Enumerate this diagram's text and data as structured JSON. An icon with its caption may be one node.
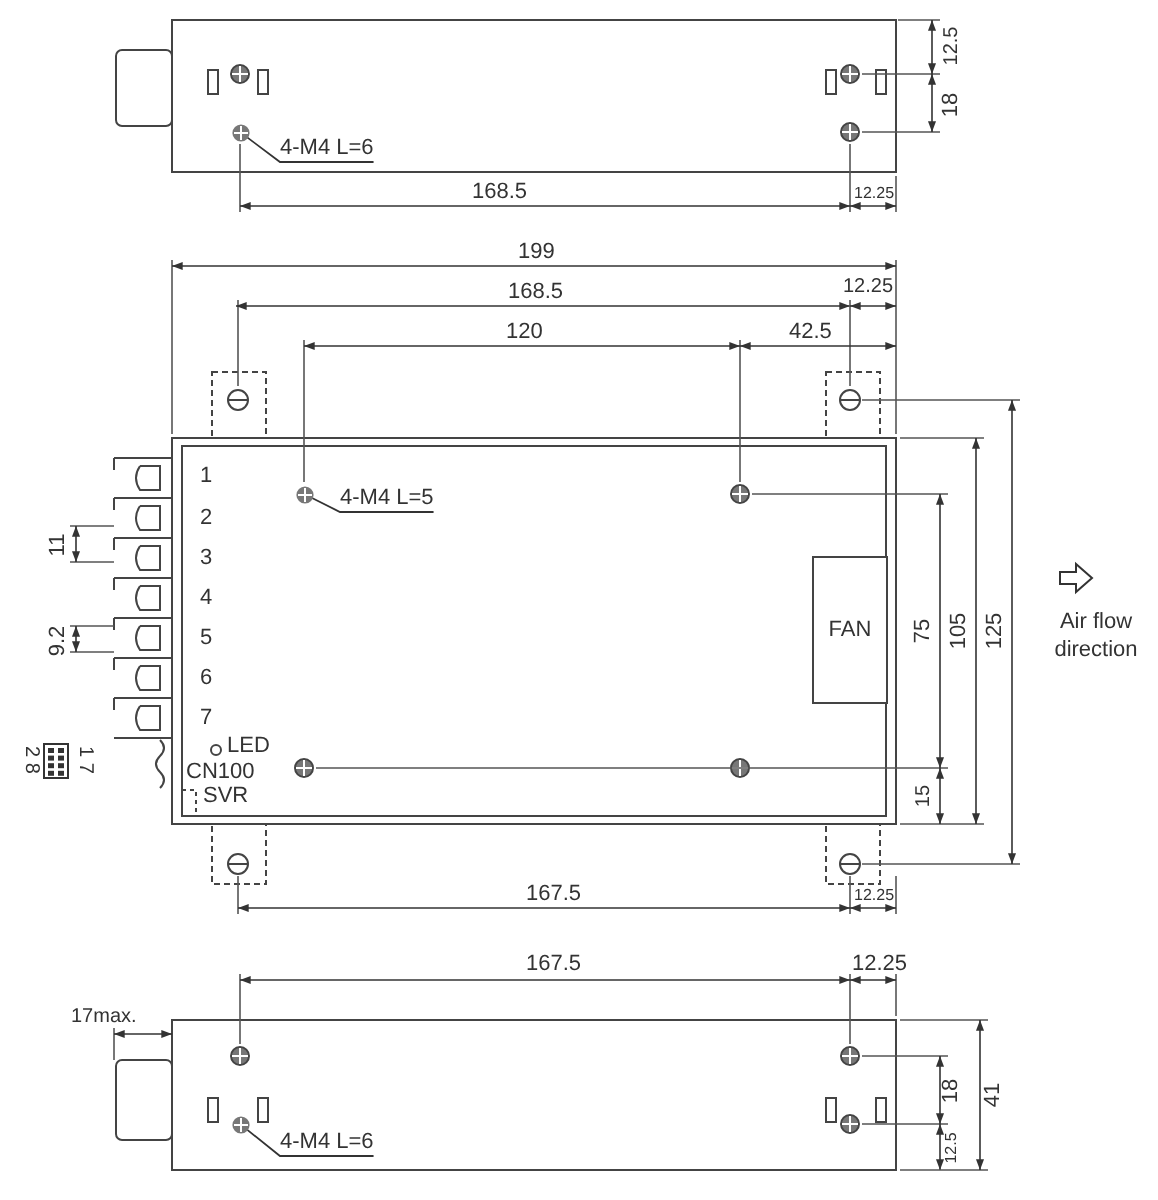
{
  "diagram": {
    "nodes": [
      {
        "text": [
          "4-M4 L=6"
        ]
      },
      {
        "text": [],
        "shape": "circle"
      },
      {
        "text": [
          "4-M4 L=5"
        ]
      },
      {
        "text": [],
        "shape": "circle"
      },
      {
        "text": [
          "FAN"
        ]
      },
      {
        "text": [
          "4-M4 L=6"
        ]
      },
      {
        "text": [],
        "shape": "circle"
      }
    ],
    "edges": [
      {
        "from": 0,
        "to": 1,
        "arrow": "none"
      },
      {
        "from": 2,
        "to": 3,
        "arrow": "none"
      },
      {
        "from": 5,
        "to": 6,
        "arrow": "none"
      }
    ],
    "labels": [
      "12.5",
      "18",
      "168.5",
      "12.25",
      "199",
      "168.5",
      "12.25",
      "120",
      "42.5",
      "1",
      "2",
      "11",
      "3",
      "4",
      "5",
      "9.2",
      "6",
      "7",
      "75",
      "105",
      "125",
      "Air flow direction",
      "2 8",
      "1 7",
      "LED",
      "CN100",
      "SVR",
      "15",
      "167.5",
      "12.25",
      "167.5",
      "12.25",
      "17max.",
      "18",
      "41",
      "12.5"
    ]
  }
}
